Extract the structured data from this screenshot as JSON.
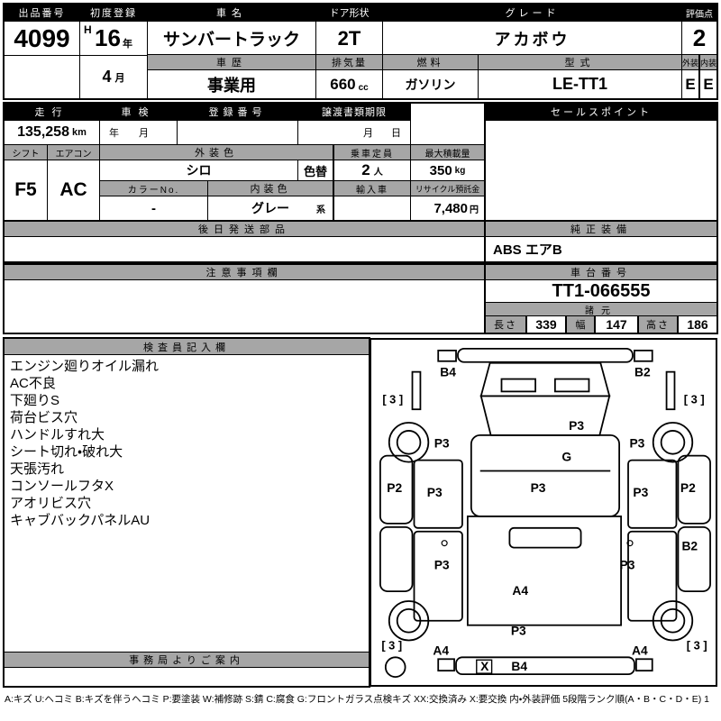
{
  "top": {
    "auction_no_label": "出品番号",
    "auction_no": "4099",
    "first_reg_label": "初度登録",
    "era": "H",
    "reg_year": "16",
    "year_suffix": "年",
    "reg_month": "4",
    "month_suffix": "月",
    "car_name_label": "車名",
    "car_name": "サンバートラック",
    "door_label": "ドア形状",
    "door": "2T",
    "grade_label": "グレード",
    "grade": "アカボウ",
    "score_label": "評価点",
    "score": "2",
    "history_label": "車歴",
    "history": "事業用",
    "displacement_label": "排気量",
    "displacement": "660",
    "displacement_unit": "cc",
    "fuel_label": "燃料",
    "fuel": "ガソリン",
    "model_label": "型式",
    "model": "LE-TT1",
    "exterior_label": "外装",
    "exterior_score": "E",
    "interior_label": "内装",
    "interior_score": "E"
  },
  "middle": {
    "mileage_label": "走行",
    "mileage": "135,258",
    "mileage_unit": "km",
    "shaken_label": "車検",
    "shaken_year": "年",
    "shaken_month": "月",
    "reg_no_label": "登録番号",
    "transfer_label": "譲渡書類期限",
    "transfer_month": "月",
    "transfer_day": "日",
    "sales_label": "セールスポイント",
    "shift_label": "シフト",
    "shift": "F5",
    "aircon_label": "エアコン",
    "aircon": "AC",
    "ext_color_label": "外装色",
    "ext_color": "シロ",
    "color_change_label": "色替",
    "capacity_label": "乗車定員",
    "capacity": "2",
    "capacity_unit": "人",
    "payload_label": "最大積載量",
    "payload": "350",
    "payload_unit": "kg",
    "color_no_label": "カラーNo.",
    "color_no": "-",
    "int_color_label": "内装色",
    "int_color": "グレー",
    "int_color_suffix": "系",
    "import_label": "輸入車",
    "recycle_label": "リサイクル預託金",
    "recycle_amount": "7,480",
    "recycle_unit": "円",
    "later_parts_label": "後日発送部品",
    "equipment_label": "純正装備",
    "equipment": "ABS エアB",
    "caution_label": "注意事項欄",
    "chassis_label": "車台番号",
    "chassis_no": "TT1-066555",
    "spec_label": "諸元",
    "length_label": "長さ",
    "length": "339",
    "width_label": "幅",
    "width": "147",
    "height_label": "高さ",
    "height": "186"
  },
  "inspection": {
    "title": "検査員記入欄",
    "notes": [
      "エンジン廻りオイル漏れ",
      "AC不良",
      "下廻りS",
      "荷台ビス穴",
      "ハンドルすれ大",
      "シート切れ・破れ大",
      "天張汚れ",
      "コンソールフタX",
      "アオリビス穴",
      "キャブバックパネルAU"
    ],
    "office_title": "事務局よりご案内"
  },
  "diagram": {
    "labels": {
      "front_left": "B4",
      "front_right": "B2",
      "top_left_bracket": "[ 3 ]",
      "top_right_bracket": "[ 3 ]",
      "cowl": "P3",
      "left_front_fender": "P3",
      "right_front_fender": "P3",
      "glass": "G",
      "roof": "P3",
      "left_side": "P2",
      "left_door": "P3",
      "right_door": "P3",
      "right_side": "P2",
      "left_bed": "P3",
      "right_bed": "P3",
      "right_rear_quarter": "B2",
      "bed_floor": "A4",
      "rear_panel": "P3",
      "bottom_left_bracket": "[ 3 ]",
      "rear_left": "A4",
      "rear_right": "A4",
      "bottom_right_bracket": "[ 3 ]",
      "tailgate_x": "X",
      "tailgate": "B4"
    }
  },
  "footer": {
    "legend": "A:キズ U:ヘコミ B:キズを伴うヘコミ P:要塗装 W:補修跡 S:錆 C:腐食 G:フロントガラス点検キズ XX:交換済み X:要交換  内・外装評価 5段階ランク順(A・B・C・D・E) 1"
  }
}
